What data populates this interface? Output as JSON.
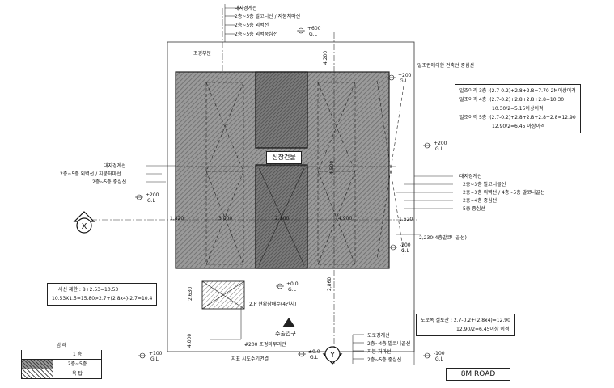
{
  "building_label": "신창건물",
  "road_label": "8M ROAD",
  "entrance_label": "주출입구",
  "top_callouts": [
    "대지경계선",
    "2층~5층 발코니선 / 지붕처마선",
    "2층~5층 외벽선",
    "2층~5층 외벽중심선"
  ],
  "top_left_label": "조경부분",
  "top_right_note": "일조권에의한 건축선 중심선",
  "left_callouts": [
    "대지경계선",
    "2층~5층 외벽선 / 지붕처마선",
    "2층~5층 중심선"
  ],
  "right_callouts": [
    "대지경계선",
    "2층~3층 발코니골선",
    "2층~3층 외벽선 / 4층~5층 발코니골선",
    "2층~4층 중심선",
    "5층 중심선"
  ],
  "bottom_callouts": [
    "도로경계선",
    "2층~4층 발코니골선",
    "지붕 처마선",
    "2층~5층 중심선"
  ],
  "parking_note": "2.P 현황참배수(4인치)",
  "bottom_center_notes": [
    "#200 조경마무리관",
    "지표 시도수기면결"
  ],
  "setback_notes": [
    "일조이격 3층 :(2.7-0.2)+2.8+2.8=7.70 2M이상이격",
    "일조이격 4층 :(2.7-0.2)+2.8+2.8+2.8=10.30",
    "10.30/2=5.15이상이격",
    "일조이격 5층 :(2.7-0.2)+2.8+2.8+2.8+2.8=12.90",
    "12.90/2=6.45 이상이격"
  ],
  "height_notes": [
    "사선 제한 : 8+2.53=10.53",
    "10.53X1.5=15.80>2.7+(2.8x4)-2.7=10.4"
  ],
  "road_height_notes": [
    "도로폭 절토관 : 2.7-0.2+(2.8x4)=12.90",
    "12.90/2=6.45이상 이격"
  ],
  "dimensions": [
    "4,200",
    "2,230(4층발코니골선)",
    "1,620",
    "3,000",
    "4,000",
    "2,860",
    "4,500",
    "2,100",
    "4,900",
    "2,630",
    "1,820"
  ],
  "levels": [
    "+600",
    "+200",
    "+200",
    "+200",
    "-200",
    "±0.0",
    "±0.0",
    "+100",
    "-100"
  ],
  "gl_label": "G.L",
  "markers": [
    "X",
    "Y"
  ],
  "legend": {
    "title": "범 례",
    "rows": [
      "1 층",
      "2층~5층",
      "옥 탑"
    ]
  }
}
